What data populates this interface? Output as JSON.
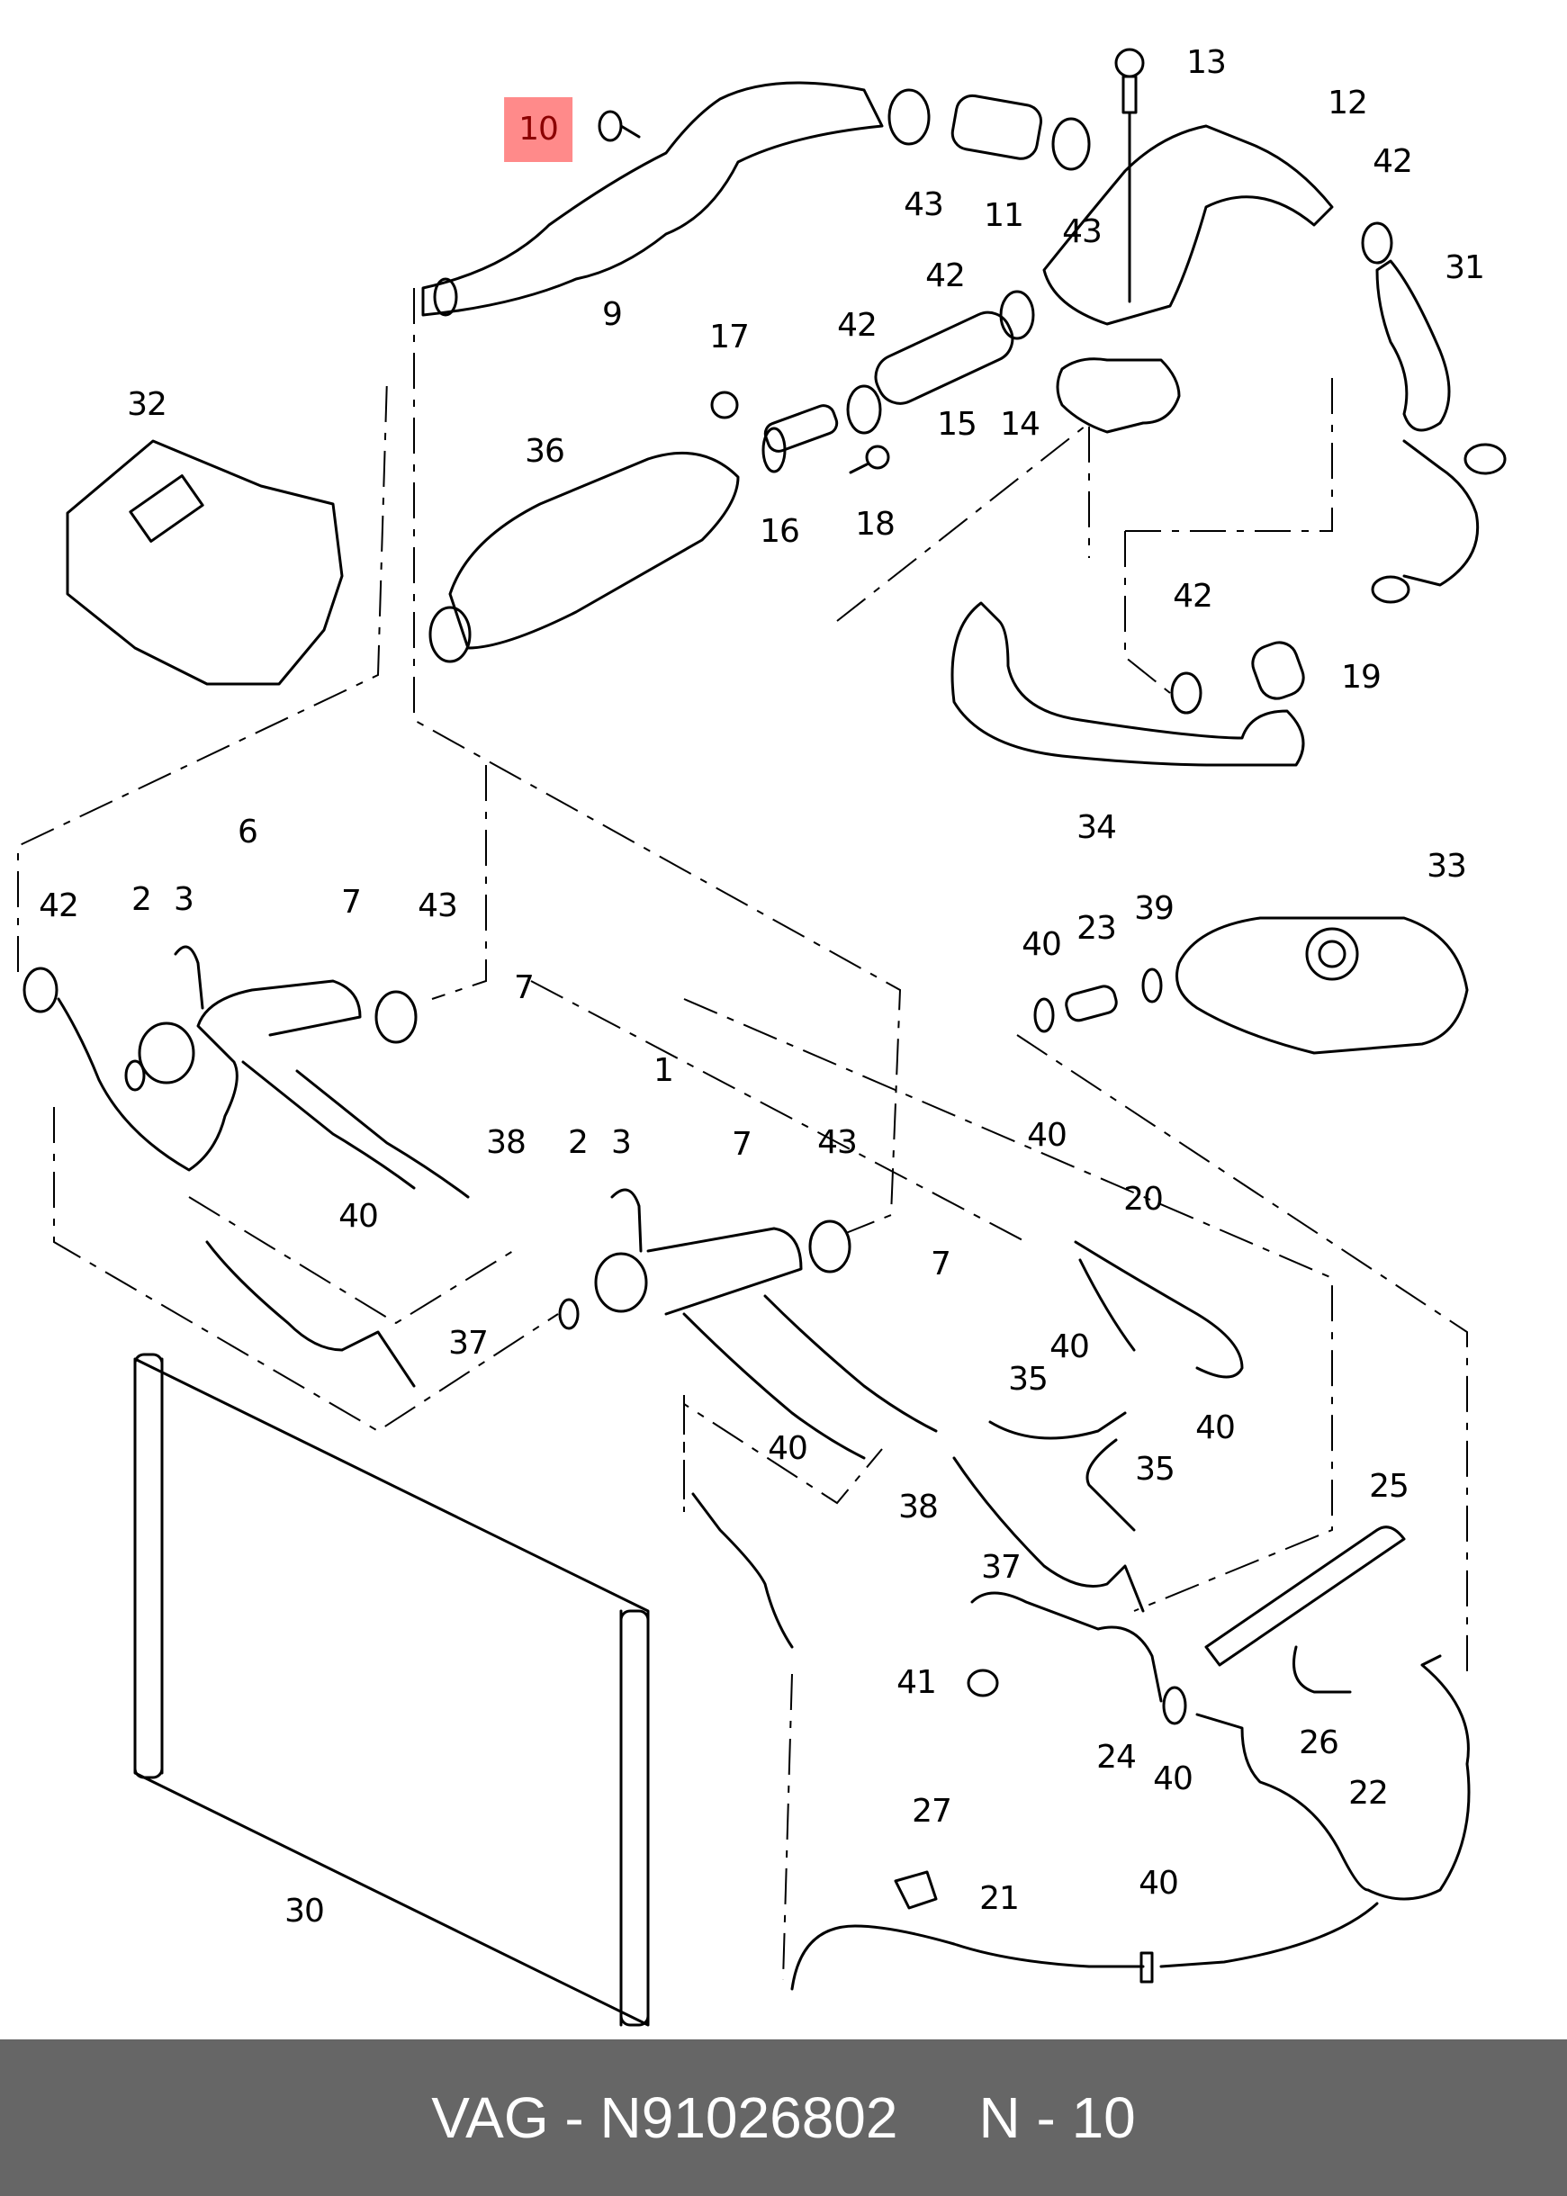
{
  "diagram": {
    "title": "Cooling system hoses and pipes – exploded parts diagram",
    "highlight_color": "#ff8a8a",
    "callouts": [
      {
        "label": "10",
        "highlighted": true
      },
      {
        "label": "13"
      },
      {
        "label": "12"
      },
      {
        "label": "43"
      },
      {
        "label": "11"
      },
      {
        "label": "43"
      },
      {
        "label": "42"
      },
      {
        "label": "31"
      },
      {
        "label": "9"
      },
      {
        "label": "42"
      },
      {
        "label": "42"
      },
      {
        "label": "17"
      },
      {
        "label": "15"
      },
      {
        "label": "14"
      },
      {
        "label": "32"
      },
      {
        "label": "36"
      },
      {
        "label": "16"
      },
      {
        "label": "18"
      },
      {
        "label": "42"
      },
      {
        "label": "19"
      },
      {
        "label": "34"
      },
      {
        "label": "6"
      },
      {
        "label": "42"
      },
      {
        "label": "2"
      },
      {
        "label": "3"
      },
      {
        "label": "7"
      },
      {
        "label": "43"
      },
      {
        "label": "33"
      },
      {
        "label": "40"
      },
      {
        "label": "23"
      },
      {
        "label": "39"
      },
      {
        "label": "7"
      },
      {
        "label": "38"
      },
      {
        "label": "40"
      },
      {
        "label": "1"
      },
      {
        "label": "2"
      },
      {
        "label": "3"
      },
      {
        "label": "7"
      },
      {
        "label": "43"
      },
      {
        "label": "40"
      },
      {
        "label": "20"
      },
      {
        "label": "37"
      },
      {
        "label": "7"
      },
      {
        "label": "40"
      },
      {
        "label": "35"
      },
      {
        "label": "40"
      },
      {
        "label": "35"
      },
      {
        "label": "40"
      },
      {
        "label": "38"
      },
      {
        "label": "37"
      },
      {
        "label": "25"
      },
      {
        "label": "41"
      },
      {
        "label": "24"
      },
      {
        "label": "40"
      },
      {
        "label": "26"
      },
      {
        "label": "30"
      },
      {
        "label": "27"
      },
      {
        "label": "22"
      },
      {
        "label": "40"
      },
      {
        "label": "21"
      }
    ]
  },
  "footer": {
    "brand_part": "VAG - N91026802",
    "position_ref": "N - 10"
  }
}
